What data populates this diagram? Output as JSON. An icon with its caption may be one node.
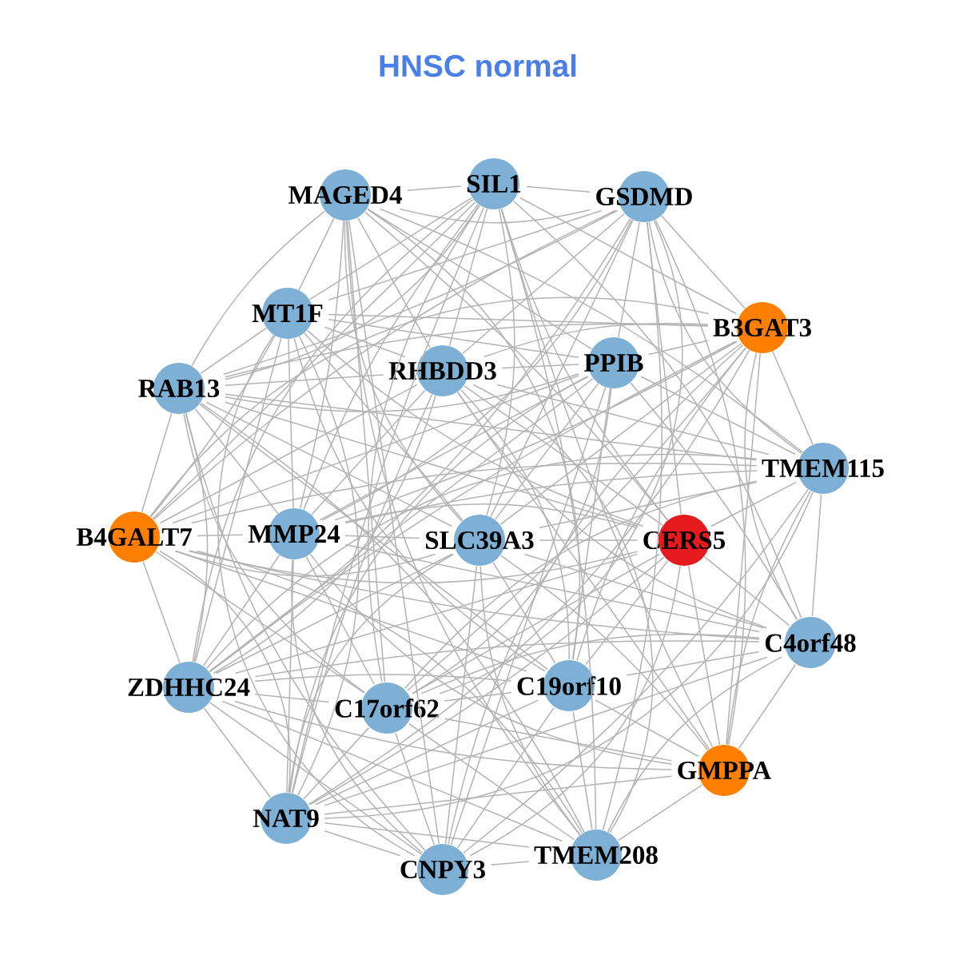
{
  "diagram": {
    "title": "HNSC normal",
    "nodes": [
      {
        "text": [
          "MAGED4"
        ]
      },
      {
        "text": [
          "SIL1"
        ]
      },
      {
        "text": [
          "GSDMD"
        ]
      },
      {
        "text": [
          "MT1F"
        ]
      },
      {
        "text": [
          "B3GAT3"
        ]
      },
      {
        "text": [
          "RHBDD3"
        ]
      },
      {
        "text": [
          "PPIB"
        ]
      },
      {
        "text": [
          "RAB13"
        ]
      },
      {
        "text": [
          "TMEM115"
        ]
      },
      {
        "text": [
          "B4GALT7"
        ]
      },
      {
        "text": [
          "MMP24"
        ]
      },
      {
        "text": [
          "SLC39A3"
        ]
      },
      {
        "text": [
          "CERS5"
        ]
      },
      {
        "text": [
          "C4orf48"
        ]
      },
      {
        "text": [
          "ZDHHC24"
        ]
      },
      {
        "text": [
          "C17orf62"
        ]
      },
      {
        "text": [
          "C19orf10"
        ]
      },
      {
        "text": [
          "GMPPA"
        ]
      },
      {
        "text": [
          "NAT9"
        ]
      },
      {
        "text": [
          "TMEM208"
        ]
      },
      {
        "text": [
          "CNPY3"
        ]
      }
    ],
    "edges": [
      {
        "from": 0,
        "to": 1,
        "arrow": "none"
      },
      {
        "from": 0,
        "to": 2,
        "arrow": "none"
      },
      {
        "from": 0,
        "to": 3,
        "arrow": "none"
      },
      {
        "from": 0,
        "to": 5,
        "arrow": "none"
      },
      {
        "from": 0,
        "to": 6,
        "arrow": "none"
      },
      {
        "from": 0,
        "to": 7,
        "arrow": "none"
      },
      {
        "from": 0,
        "to": 8,
        "arrow": "none"
      },
      {
        "from": 0,
        "to": 10,
        "arrow": "none"
      },
      {
        "from": 0,
        "to": 11,
        "arrow": "none"
      },
      {
        "from": 0,
        "to": 12,
        "arrow": "none"
      },
      {
        "from": 0,
        "to": 15,
        "arrow": "none"
      },
      {
        "from": 0,
        "to": 16,
        "arrow": "none"
      },
      {
        "from": 0,
        "to": 19,
        "arrow": "none"
      },
      {
        "from": 0,
        "to": 20,
        "arrow": "none"
      },
      {
        "from": 1,
        "to": 2,
        "arrow": "none"
      },
      {
        "from": 1,
        "to": 3,
        "arrow": "none"
      },
      {
        "from": 1,
        "to": 4,
        "arrow": "none"
      },
      {
        "from": 1,
        "to": 5,
        "arrow": "none"
      },
      {
        "from": 1,
        "to": 7,
        "arrow": "none"
      },
      {
        "from": 1,
        "to": 9,
        "arrow": "none"
      },
      {
        "from": 1,
        "to": 10,
        "arrow": "none"
      },
      {
        "from": 1,
        "to": 11,
        "arrow": "none"
      },
      {
        "from": 1,
        "to": 12,
        "arrow": "none"
      },
      {
        "from": 1,
        "to": 13,
        "arrow": "none"
      },
      {
        "from": 1,
        "to": 14,
        "arrow": "none"
      },
      {
        "from": 1,
        "to": 15,
        "arrow": "none"
      },
      {
        "from": 1,
        "to": 17,
        "arrow": "none"
      },
      {
        "from": 1,
        "to": 18,
        "arrow": "none"
      },
      {
        "from": 1,
        "to": 19,
        "arrow": "none"
      },
      {
        "from": 2,
        "to": 3,
        "arrow": "none"
      },
      {
        "from": 2,
        "to": 4,
        "arrow": "none"
      },
      {
        "from": 2,
        "to": 5,
        "arrow": "none"
      },
      {
        "from": 2,
        "to": 6,
        "arrow": "none"
      },
      {
        "from": 2,
        "to": 7,
        "arrow": "none"
      },
      {
        "from": 2,
        "to": 8,
        "arrow": "none"
      },
      {
        "from": 2,
        "to": 9,
        "arrow": "none"
      },
      {
        "from": 2,
        "to": 10,
        "arrow": "none"
      },
      {
        "from": 2,
        "to": 11,
        "arrow": "none"
      },
      {
        "from": 2,
        "to": 12,
        "arrow": "none"
      },
      {
        "from": 2,
        "to": 14,
        "arrow": "none"
      },
      {
        "from": 2,
        "to": 15,
        "arrow": "none"
      },
      {
        "from": 2,
        "to": 17,
        "arrow": "none"
      },
      {
        "from": 2,
        "to": 19,
        "arrow": "none"
      },
      {
        "from": 3,
        "to": 4,
        "arrow": "none"
      },
      {
        "from": 3,
        "to": 5,
        "arrow": "none"
      },
      {
        "from": 3,
        "to": 6,
        "arrow": "none"
      },
      {
        "from": 3,
        "to": 7,
        "arrow": "none"
      },
      {
        "from": 3,
        "to": 9,
        "arrow": "none"
      },
      {
        "from": 3,
        "to": 10,
        "arrow": "none"
      },
      {
        "from": 3,
        "to": 11,
        "arrow": "none"
      },
      {
        "from": 3,
        "to": 12,
        "arrow": "none"
      },
      {
        "from": 3,
        "to": 14,
        "arrow": "none"
      },
      {
        "from": 3,
        "to": 16,
        "arrow": "none"
      },
      {
        "from": 3,
        "to": 18,
        "arrow": "none"
      },
      {
        "from": 3,
        "to": 20,
        "arrow": "none"
      },
      {
        "from": 4,
        "to": 5,
        "arrow": "none"
      },
      {
        "from": 4,
        "to": 6,
        "arrow": "none"
      },
      {
        "from": 4,
        "to": 7,
        "arrow": "none"
      },
      {
        "from": 4,
        "to": 8,
        "arrow": "none"
      },
      {
        "from": 4,
        "to": 9,
        "arrow": "none"
      },
      {
        "from": 4,
        "to": 10,
        "arrow": "none"
      },
      {
        "from": 4,
        "to": 11,
        "arrow": "none"
      },
      {
        "from": 4,
        "to": 13,
        "arrow": "none"
      },
      {
        "from": 4,
        "to": 14,
        "arrow": "none"
      },
      {
        "from": 4,
        "to": 15,
        "arrow": "none"
      },
      {
        "from": 4,
        "to": 16,
        "arrow": "none"
      },
      {
        "from": 4,
        "to": 17,
        "arrow": "none"
      },
      {
        "from": 4,
        "to": 18,
        "arrow": "none"
      },
      {
        "from": 4,
        "to": 20,
        "arrow": "none"
      },
      {
        "from": 5,
        "to": 6,
        "arrow": "none"
      },
      {
        "from": 5,
        "to": 7,
        "arrow": "none"
      },
      {
        "from": 5,
        "to": 8,
        "arrow": "none"
      },
      {
        "from": 5,
        "to": 9,
        "arrow": "none"
      },
      {
        "from": 5,
        "to": 10,
        "arrow": "none"
      },
      {
        "from": 5,
        "to": 12,
        "arrow": "none"
      },
      {
        "from": 5,
        "to": 13,
        "arrow": "none"
      },
      {
        "from": 5,
        "to": 14,
        "arrow": "none"
      },
      {
        "from": 5,
        "to": 16,
        "arrow": "none"
      },
      {
        "from": 5,
        "to": 17,
        "arrow": "none"
      },
      {
        "from": 5,
        "to": 18,
        "arrow": "none"
      },
      {
        "from": 5,
        "to": 19,
        "arrow": "none"
      },
      {
        "from": 6,
        "to": 7,
        "arrow": "none"
      },
      {
        "from": 6,
        "to": 8,
        "arrow": "none"
      },
      {
        "from": 6,
        "to": 9,
        "arrow": "none"
      },
      {
        "from": 6,
        "to": 10,
        "arrow": "none"
      },
      {
        "from": 6,
        "to": 11,
        "arrow": "none"
      },
      {
        "from": 6,
        "to": 13,
        "arrow": "none"
      },
      {
        "from": 6,
        "to": 14,
        "arrow": "none"
      },
      {
        "from": 6,
        "to": 15,
        "arrow": "none"
      },
      {
        "from": 6,
        "to": 16,
        "arrow": "none"
      },
      {
        "from": 6,
        "to": 18,
        "arrow": "none"
      },
      {
        "from": 6,
        "to": 20,
        "arrow": "none"
      },
      {
        "from": 7,
        "to": 8,
        "arrow": "none"
      },
      {
        "from": 7,
        "to": 9,
        "arrow": "none"
      },
      {
        "from": 7,
        "to": 10,
        "arrow": "none"
      },
      {
        "from": 7,
        "to": 11,
        "arrow": "none"
      },
      {
        "from": 7,
        "to": 12,
        "arrow": "none"
      },
      {
        "from": 7,
        "to": 14,
        "arrow": "none"
      },
      {
        "from": 7,
        "to": 15,
        "arrow": "none"
      },
      {
        "from": 7,
        "to": 16,
        "arrow": "none"
      },
      {
        "from": 7,
        "to": 19,
        "arrow": "none"
      },
      {
        "from": 7,
        "to": 20,
        "arrow": "none"
      },
      {
        "from": 8,
        "to": 9,
        "arrow": "none"
      },
      {
        "from": 8,
        "to": 10,
        "arrow": "none"
      },
      {
        "from": 8,
        "to": 11,
        "arrow": "none"
      },
      {
        "from": 8,
        "to": 12,
        "arrow": "none"
      },
      {
        "from": 8,
        "to": 13,
        "arrow": "none"
      },
      {
        "from": 8,
        "to": 14,
        "arrow": "none"
      },
      {
        "from": 8,
        "to": 15,
        "arrow": "none"
      },
      {
        "from": 8,
        "to": 17,
        "arrow": "none"
      },
      {
        "from": 8,
        "to": 18,
        "arrow": "none"
      },
      {
        "from": 8,
        "to": 20,
        "arrow": "none"
      },
      {
        "from": 9,
        "to": 10,
        "arrow": "none"
      },
      {
        "from": 9,
        "to": 11,
        "arrow": "none"
      },
      {
        "from": 9,
        "to": 12,
        "arrow": "none"
      },
      {
        "from": 9,
        "to": 13,
        "arrow": "none"
      },
      {
        "from": 9,
        "to": 14,
        "arrow": "none"
      },
      {
        "from": 9,
        "to": 15,
        "arrow": "none"
      },
      {
        "from": 9,
        "to": 16,
        "arrow": "none"
      },
      {
        "from": 9,
        "to": 18,
        "arrow": "none"
      },
      {
        "from": 9,
        "to": 19,
        "arrow": "none"
      },
      {
        "from": 10,
        "to": 11,
        "arrow": "none"
      },
      {
        "from": 10,
        "to": 12,
        "arrow": "none"
      },
      {
        "from": 10,
        "to": 13,
        "arrow": "none"
      },
      {
        "from": 10,
        "to": 14,
        "arrow": "none"
      },
      {
        "from": 10,
        "to": 15,
        "arrow": "none"
      },
      {
        "from": 10,
        "to": 17,
        "arrow": "none"
      },
      {
        "from": 10,
        "to": 18,
        "arrow": "none"
      },
      {
        "from": 10,
        "to": 20,
        "arrow": "none"
      },
      {
        "from": 11,
        "to": 12,
        "arrow": "none"
      },
      {
        "from": 11,
        "to": 13,
        "arrow": "none"
      },
      {
        "from": 11,
        "to": 14,
        "arrow": "none"
      },
      {
        "from": 11,
        "to": 16,
        "arrow": "none"
      },
      {
        "from": 11,
        "to": 17,
        "arrow": "none"
      },
      {
        "from": 11,
        "to": 18,
        "arrow": "none"
      },
      {
        "from": 11,
        "to": 19,
        "arrow": "none"
      },
      {
        "from": 11,
        "to": 20,
        "arrow": "none"
      },
      {
        "from": 12,
        "to": 13,
        "arrow": "none"
      },
      {
        "from": 12,
        "to": 14,
        "arrow": "none"
      },
      {
        "from": 12,
        "to": 15,
        "arrow": "none"
      },
      {
        "from": 12,
        "to": 16,
        "arrow": "none"
      },
      {
        "from": 12,
        "to": 17,
        "arrow": "none"
      },
      {
        "from": 12,
        "to": 18,
        "arrow": "none"
      },
      {
        "from": 12,
        "to": 20,
        "arrow": "none"
      },
      {
        "from": 13,
        "to": 14,
        "arrow": "none"
      },
      {
        "from": 13,
        "to": 15,
        "arrow": "none"
      },
      {
        "from": 13,
        "to": 16,
        "arrow": "none"
      },
      {
        "from": 13,
        "to": 17,
        "arrow": "none"
      },
      {
        "from": 13,
        "to": 18,
        "arrow": "none"
      },
      {
        "from": 13,
        "to": 19,
        "arrow": "none"
      },
      {
        "from": 14,
        "to": 15,
        "arrow": "none"
      },
      {
        "from": 14,
        "to": 16,
        "arrow": "none"
      },
      {
        "from": 14,
        "to": 17,
        "arrow": "none"
      },
      {
        "from": 14,
        "to": 18,
        "arrow": "none"
      },
      {
        "from": 14,
        "to": 19,
        "arrow": "none"
      },
      {
        "from": 14,
        "to": 20,
        "arrow": "none"
      },
      {
        "from": 15,
        "to": 16,
        "arrow": "none"
      },
      {
        "from": 15,
        "to": 17,
        "arrow": "none"
      },
      {
        "from": 15,
        "to": 18,
        "arrow": "none"
      },
      {
        "from": 15,
        "to": 19,
        "arrow": "none"
      },
      {
        "from": 15,
        "to": 20,
        "arrow": "none"
      },
      {
        "from": 16,
        "to": 17,
        "arrow": "none"
      },
      {
        "from": 16,
        "to": 18,
        "arrow": "none"
      },
      {
        "from": 16,
        "to": 19,
        "arrow": "none"
      },
      {
        "from": 16,
        "to": 20,
        "arrow": "none"
      },
      {
        "from": 17,
        "to": 18,
        "arrow": "none"
      },
      {
        "from": 17,
        "to": 19,
        "arrow": "none"
      },
      {
        "from": 18,
        "to": 19,
        "arrow": "none"
      },
      {
        "from": 18,
        "to": 20,
        "arrow": "none"
      },
      {
        "from": 19,
        "to": 20,
        "arrow": "none"
      }
    ]
  }
}
